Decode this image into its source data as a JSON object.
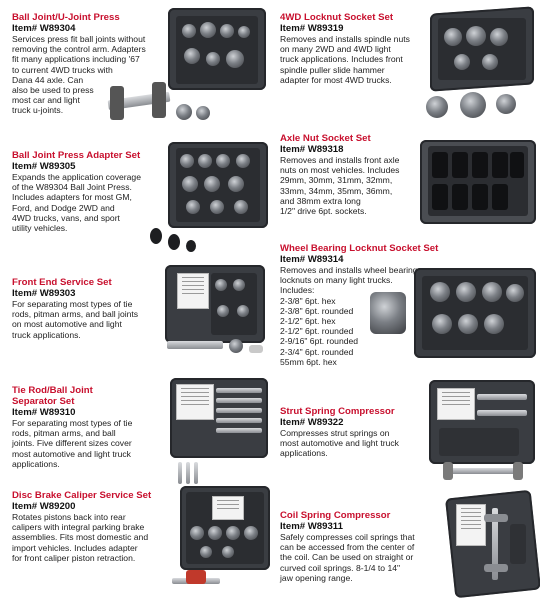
{
  "products": {
    "p1": {
      "title": "Ball Joint/U-Joint Press",
      "item": "Item# W89304",
      "lines": [
        "Services press fit ball joints without",
        "removing the control arm. Adapters",
        "fit many applications including '67",
        "to current 4WD trucks with",
        "Dana 44 axle. Can",
        "also be used to press",
        "most car and light",
        "truck u-joints."
      ]
    },
    "p2": {
      "title": "Ball Joint Press Adapter Set",
      "item": "Item# W89305",
      "lines": [
        "Expands the application coverage",
        "of the W89304 Ball Joint Press.",
        "Includes adapters for most GM,",
        "Ford, and Dodge 2WD and",
        "4WD trucks, vans, and sport",
        "utility vehicles."
      ]
    },
    "p3": {
      "title": "Front End Service Set",
      "item": "Item# W89303",
      "lines": [
        "For separating most types of tie",
        "rods, pitman arms, and ball joints",
        "on most automotive and light",
        "truck applications."
      ]
    },
    "p4": {
      "title": "Tie Rod/Ball Joint",
      "title2": "Separator Set",
      "item": "Item# W89310",
      "lines": [
        "For separating most types of tie",
        "rods, pitman arms, and ball",
        "joints. Five different sizes cover",
        "most automotive and light truck",
        "applications."
      ]
    },
    "p5": {
      "title": "Disc Brake Caliper Service Set",
      "item": "Item# W89200",
      "lines": [
        "Rotates pistons back into rear",
        "calipers with integral parking brake",
        "assemblies. Fits most domestic and",
        "import vehicles. Includes adapter",
        "for front caliper piston retraction."
      ]
    },
    "p6": {
      "title": "4WD Locknut Socket Set",
      "item": "Item# W89319",
      "lines": [
        "Removes and installs spindle nuts",
        "on many 2WD and 4WD light",
        "truck applications. Includes front",
        "spindle puller slide hammer",
        "adapter for most 4WD trucks."
      ]
    },
    "p7": {
      "title": "Axle Nut Socket Set",
      "item": "Item# W89318",
      "lines": [
        "Removes and installs front axle",
        "nuts on most vehicles. Includes",
        "29mm, 30mm, 31mm, 32mm,",
        "33mm, 34mm, 35mm, 36mm,",
        "and 38mm extra long",
        "1/2\" drive 6pt. sockets."
      ]
    },
    "p8": {
      "title": "Wheel Bearing Locknut Socket Set",
      "item": "Item# W89314",
      "lines": [
        "Removes and installs wheel bearing",
        "locknuts on many light trucks.",
        "Includes:",
        "2-3/8\" 6pt. hex",
        "2-3/8\" 6pt. rounded",
        "2-1/2\" 6pt. hex",
        "2-1/2\" 6pt. rounded",
        "2-9/16\" 6pt. rounded",
        "2-3/4\" 6pt. rounded",
        "55mm 6pt. hex"
      ]
    },
    "p9": {
      "title": "Strut Spring Compressor",
      "item": "Item# W89322",
      "lines": [
        "Compresses strut springs on",
        "most automotive and light truck",
        "applications."
      ]
    },
    "p10": {
      "title": "Coil Spring Compressor",
      "item": "Item# W89311",
      "lines": [
        "Safely compresses coil springs that",
        "can be accessed from the center of",
        "the coil. Can be used on straight or",
        "curved coil springs. 8-1/4 to 14\"",
        "jaw opening range."
      ]
    }
  }
}
